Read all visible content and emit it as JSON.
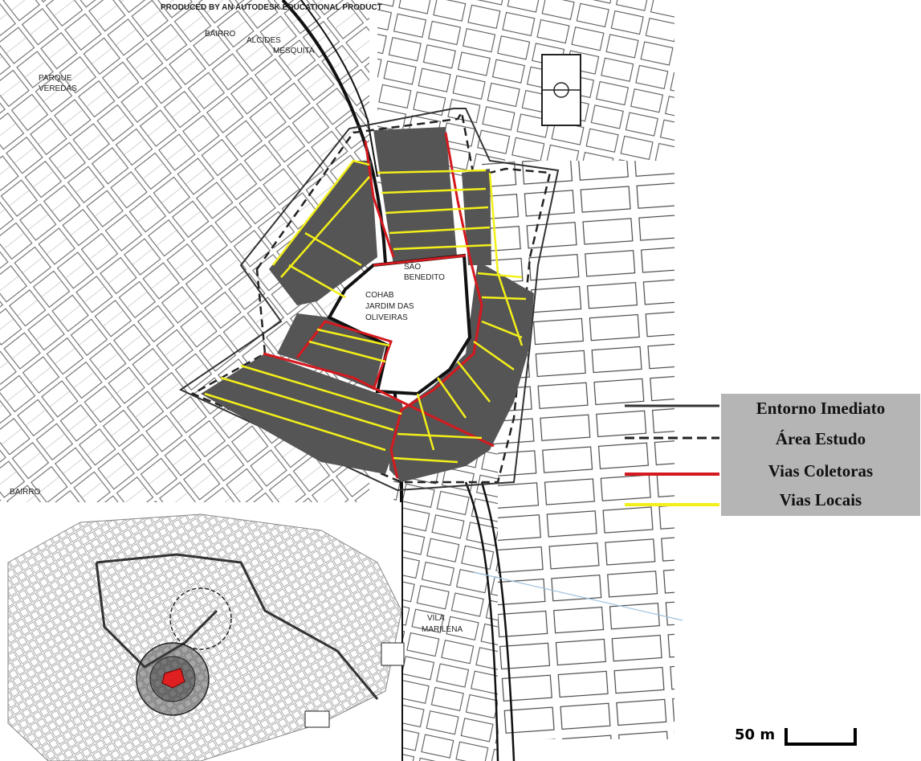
{
  "header_text": "PRODUCED BY AN AUTODESK EDUCATIONAL PRODUCT",
  "neighborhoods": {
    "bairro_alcides": [
      "BAIRRO",
      "ALCIDES",
      "MESQUITA"
    ],
    "parque_veredas": [
      "PARQUE",
      "VEREDAS"
    ],
    "sao_benedito": [
      "SÃO",
      "BENEDITO"
    ],
    "cohab": [
      "COHAB",
      "JARDIM DAS",
      "OLIVEIRAS"
    ],
    "bairro_bottom": "BAIRRO",
    "vila_marilena": [
      "VILA",
      "MARILENA"
    ]
  },
  "legend": {
    "items": [
      {
        "label": "Entorno Imediato",
        "style": "solid",
        "color": "#333333"
      },
      {
        "label": "Área Estudo",
        "style": "dashed",
        "color": "#222222"
      },
      {
        "label": "Vias Coletoras",
        "style": "solid",
        "color": "#d4191f"
      },
      {
        "label": "Vias Locais",
        "style": "solid",
        "color": "#f3ef1a"
      }
    ],
    "background": "#b5b5b5"
  },
  "scale": {
    "label": "50 m"
  },
  "colors": {
    "block_fill": "#555555",
    "collector_road": "#d4191f",
    "local_road": "#f3ef1a",
    "outline": "#111111",
    "inset_highlight": "#e02020"
  }
}
